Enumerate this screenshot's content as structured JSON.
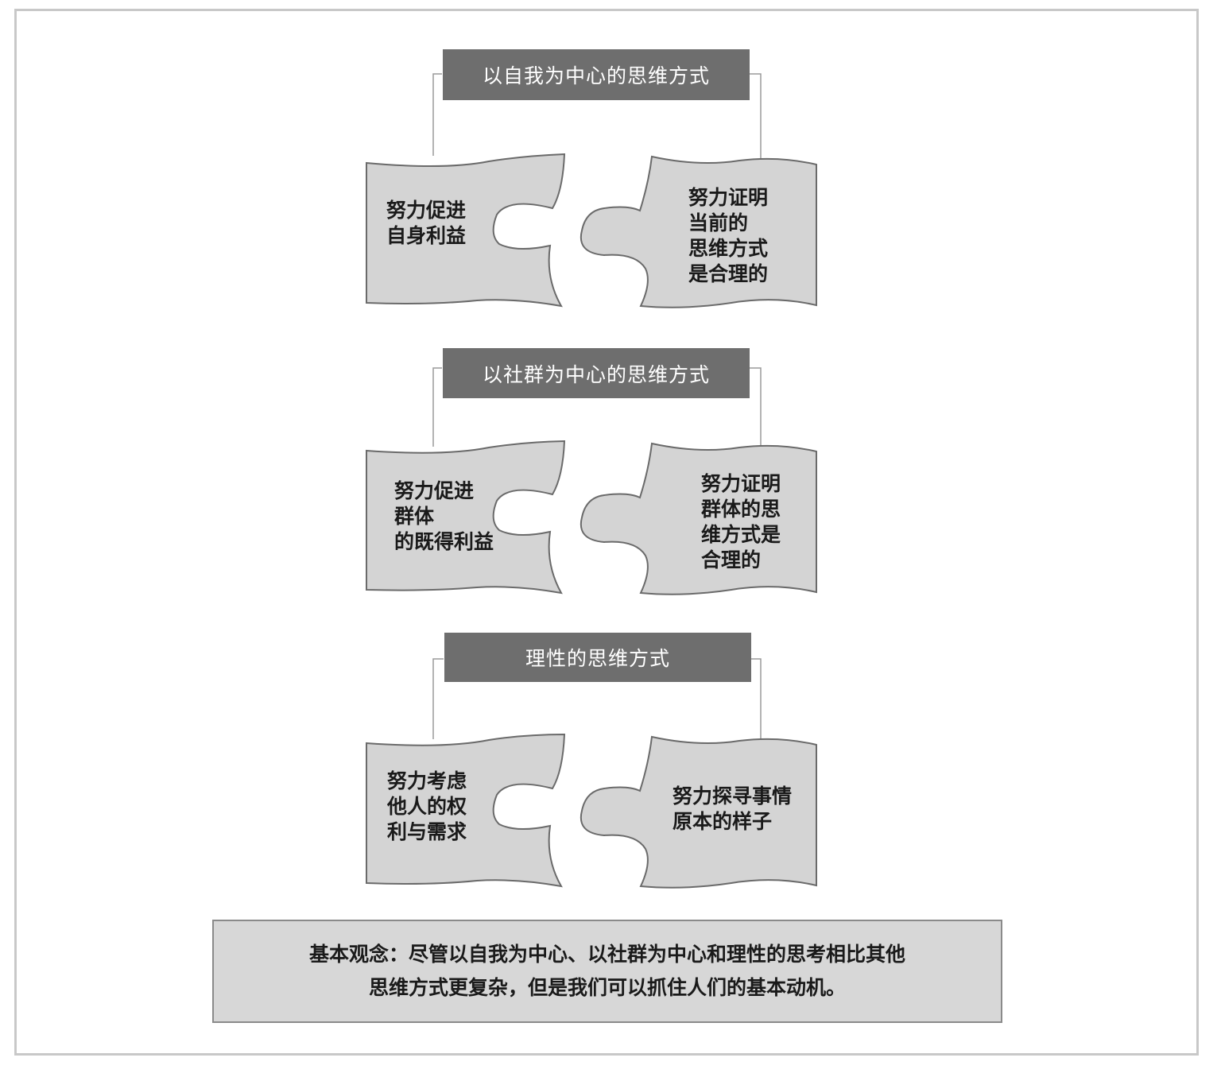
{
  "sections": [
    {
      "header": "以自我为中心的思维方式",
      "left": "努力促进\n自身利益",
      "right": "努力证明\n当前的\n思维方式\n是合理的"
    },
    {
      "header": "以社群为中心的思维方式",
      "left": "努力促进\n群体\n的既得利益",
      "right": "努力证明\n群体的思\n维方式是\n合理的"
    },
    {
      "header": "理性的思维方式",
      "left": "努力考虑\n他人的权\n利与需求",
      "right": "努力探寻事情\n原本的样子"
    }
  ],
  "summary": {
    "line1": "基本观念：尽管以自我为中心、以社群为中心和理性的思考相比其他",
    "line2": "思维方式更复杂，但是我们可以抓住人们的基本动机。"
  },
  "colors": {
    "header_bg": "#6e6e6e",
    "piece_fill": "#d4d4d4",
    "piece_stroke": "#6a6a6a",
    "summary_bg": "#d7d7d7",
    "frame": "#c8c8c8"
  }
}
